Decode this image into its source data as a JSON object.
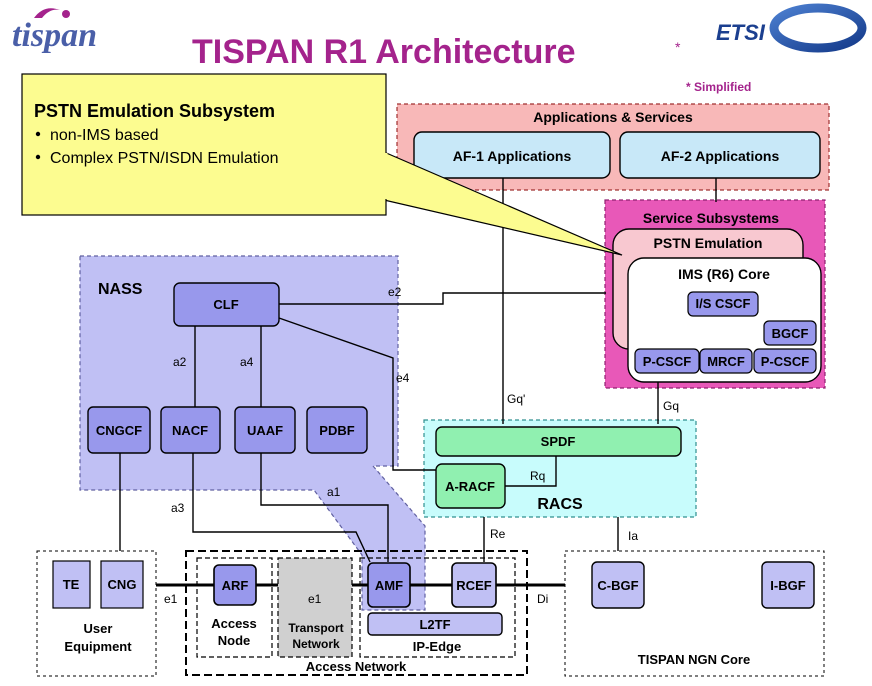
{
  "header": {
    "logo_text": "tispan",
    "title": "TISPAN R1 Architecture",
    "title_mark": "*",
    "etsi_logo_text": "ETSI",
    "simplified_note": "* Simplified"
  },
  "callout": {
    "title": "PSTN Emulation Subsystem",
    "bullets": [
      "non-IMS based",
      "Complex PSTN/ISDN Emulation"
    ]
  },
  "applications": {
    "title": "Applications & Services",
    "af1": "AF-1 Applications",
    "af2": "AF-2 Applications"
  },
  "service_subsystems": {
    "title": "Service Subsystems",
    "pstn_emulation": "PSTN Emulation",
    "ims_core": "IMS (R6) Core",
    "is_cscf": "I/S CSCF",
    "bgcf": "BGCF",
    "p_cscf_1": "P-CSCF",
    "mrcf": "MRCF",
    "p_cscf_2": "P-CSCF"
  },
  "nass": {
    "title": "NASS",
    "clf": "CLF",
    "cngcf": "CNGCF",
    "nacf": "NACF",
    "uaaf": "UAAF",
    "pdbf": "PDBF"
  },
  "racs": {
    "title": "RACS",
    "spdf": "SPDF",
    "a_racf": "A-RACF"
  },
  "user_equipment": {
    "te": "TE",
    "cng": "CNG",
    "label_1": "User",
    "label_2": "Equipment"
  },
  "access_network": {
    "title": "Access Network",
    "arf": "ARF",
    "access_node_1": "Access",
    "access_node_2": "Node",
    "transport_1": "Transport",
    "transport_2": "Network",
    "amf": "AMF",
    "rcef": "RCEF",
    "l2tf": "L2TF",
    "ip_edge": "IP-Edge"
  },
  "ngn_core": {
    "title": "TISPAN NGN Core",
    "c_bgf": "C-BGF",
    "i_bgf": "I-BGF"
  },
  "links": {
    "e2": "e2",
    "e4": "e4",
    "a2": "a2",
    "a4": "a4",
    "a1": "a1",
    "a3": "a3",
    "gq_prime": "Gq'",
    "gq": "Gq",
    "rq": "Rq",
    "re": "Re",
    "ia": "Ia",
    "e1_left": "e1",
    "e1_mid": "e1",
    "di": "Di"
  },
  "colors": {
    "title": "#a4238c",
    "nass_fill": "#c0c0f4",
    "node_fill": "#9898ec",
    "apps_fill": "#f8b8b8",
    "app_box_fill": "#c8e8f8",
    "service_fill": "#e858b8",
    "pstn_fill": "#f8c8d0",
    "racs_fill": "#c8fcfc",
    "spdf_fill": "#90f0b0",
    "callout_fill": "#fcfc90",
    "transport_fill": "#d0d0d0",
    "etsi_blue": "#1b3f8f"
  }
}
